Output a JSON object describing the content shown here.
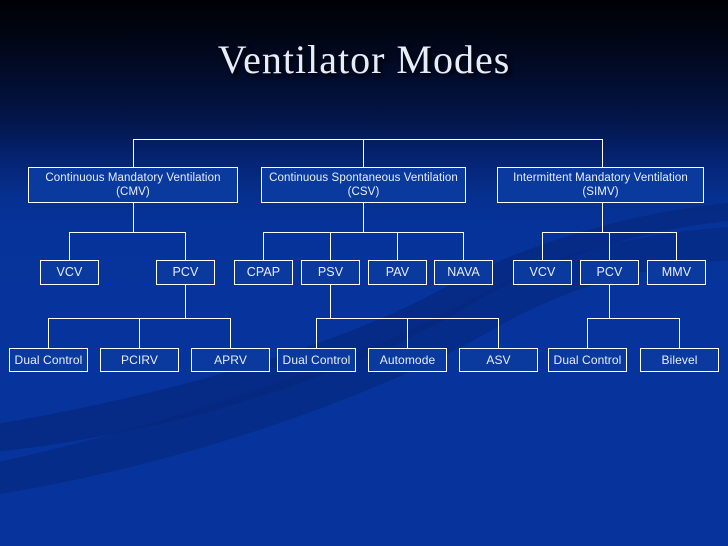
{
  "slide": {
    "title": "Ventilator Modes",
    "background_top_color": "#000106",
    "background_bottom_color": "#06349c",
    "node_fill_color": "#0a3a9e",
    "node_border_color": "#ffffff",
    "text_color": "#e9eef8"
  },
  "diagram": {
    "type": "tree",
    "level1": [
      {
        "label": "Continuous Mandatory Ventilation\n(CMV)",
        "line1": "Continuous Mandatory Ventilation",
        "line2": "(CMV)"
      },
      {
        "label": "Continuous Spontaneous Ventilation\n(CSV)",
        "line1": "Continuous Spontaneous Ventilation",
        "line2": "(CSV)"
      },
      {
        "label": "Intermittent Mandatory Ventilation\n(SIMV)",
        "line1": "Intermittent Mandatory Ventilation",
        "line2": "(SIMV)"
      }
    ],
    "level2": [
      {
        "label": "VCV",
        "parent": "CMV"
      },
      {
        "label": "PCV",
        "parent": "CMV"
      },
      {
        "label": "CPAP",
        "parent": "CSV"
      },
      {
        "label": "PSV",
        "parent": "CSV"
      },
      {
        "label": "PAV",
        "parent": "CSV"
      },
      {
        "label": "NAVA",
        "parent": "CSV"
      },
      {
        "label": "VCV",
        "parent": "SIMV"
      },
      {
        "label": "PCV",
        "parent": "SIMV"
      },
      {
        "label": "MMV",
        "parent": "SIMV"
      }
    ],
    "level3": [
      {
        "label": "Dual Control",
        "parent": "PCV (CMV)"
      },
      {
        "label": "PCIRV",
        "parent": "PCV (CMV)"
      },
      {
        "label": "APRV",
        "parent": "PCV (CMV)"
      },
      {
        "label": "Dual Control",
        "parent": "PSV"
      },
      {
        "label": "Automode",
        "parent": "PSV"
      },
      {
        "label": "ASV",
        "parent": "PSV"
      },
      {
        "label": "Dual Control",
        "parent": "PCV (SIMV)"
      },
      {
        "label": "Bilevel",
        "parent": "PCV (SIMV)"
      }
    ]
  }
}
